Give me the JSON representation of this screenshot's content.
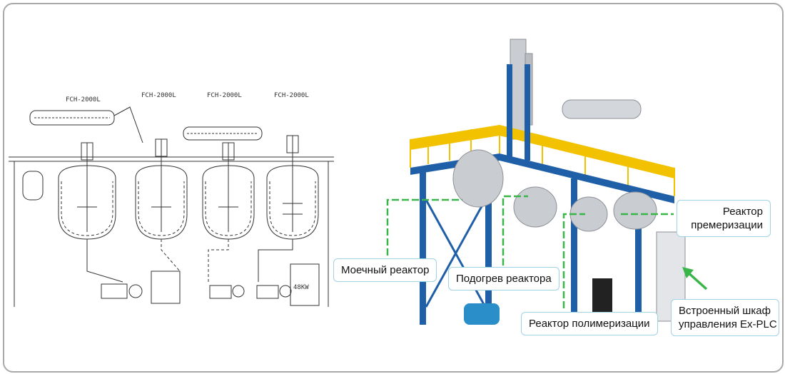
{
  "drawing": {
    "vessel_titles": [
      "FCH-2000L",
      "FCH-2000L",
      "FCH-2000L",
      "FCH-2000L"
    ],
    "box_text": "48KW"
  },
  "labels": {
    "wash_reactor": "Моечный реактор",
    "reactor_heating": "Подогрев реактора",
    "polymerization_reactor": "Реактор полимеризации",
    "premerization_reactor_line1": "Реактор",
    "premerization_reactor_line2": "премеризации",
    "control_cabinet_line1": "Встроенный шкаф",
    "control_cabinet_line2": "управления Ex-PLC"
  },
  "colors": {
    "frame_border": "#a9a9a9",
    "label_border": "#9fd3e6",
    "callout_green": "#39b54a",
    "steel_blue": "#1f5fa8",
    "railing_yellow": "#f2c200",
    "stainless": "#c9ccd1"
  }
}
